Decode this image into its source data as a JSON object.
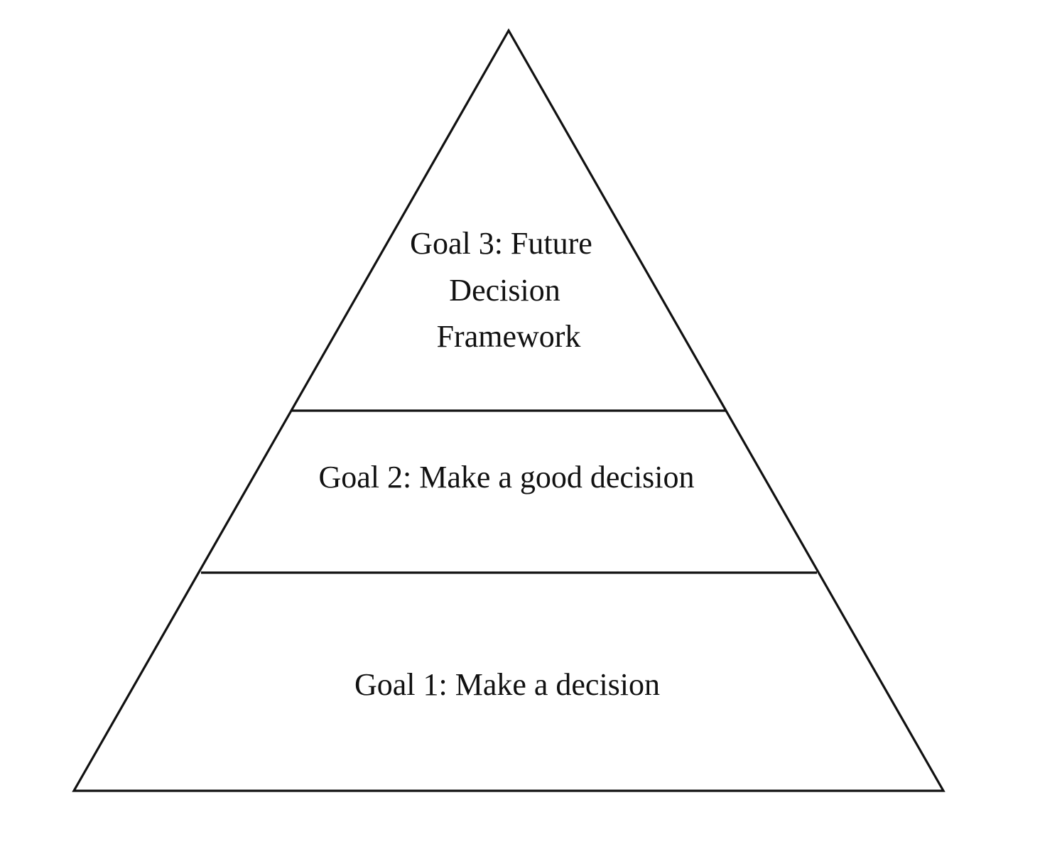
{
  "diagram": {
    "type": "pyramid",
    "tiers": [
      {
        "level": "top",
        "label_lines": [
          "Goal 3: Future",
          "Decision",
          "Framework"
        ]
      },
      {
        "level": "middle",
        "label_lines": [
          "Goal 2: Make a good decision"
        ]
      },
      {
        "level": "bottom",
        "label_lines": [
          "Goal 1: Make a decision"
        ]
      }
    ],
    "colors": {
      "line": "#111111",
      "text": "#111111",
      "background": "#ffffff"
    }
  }
}
